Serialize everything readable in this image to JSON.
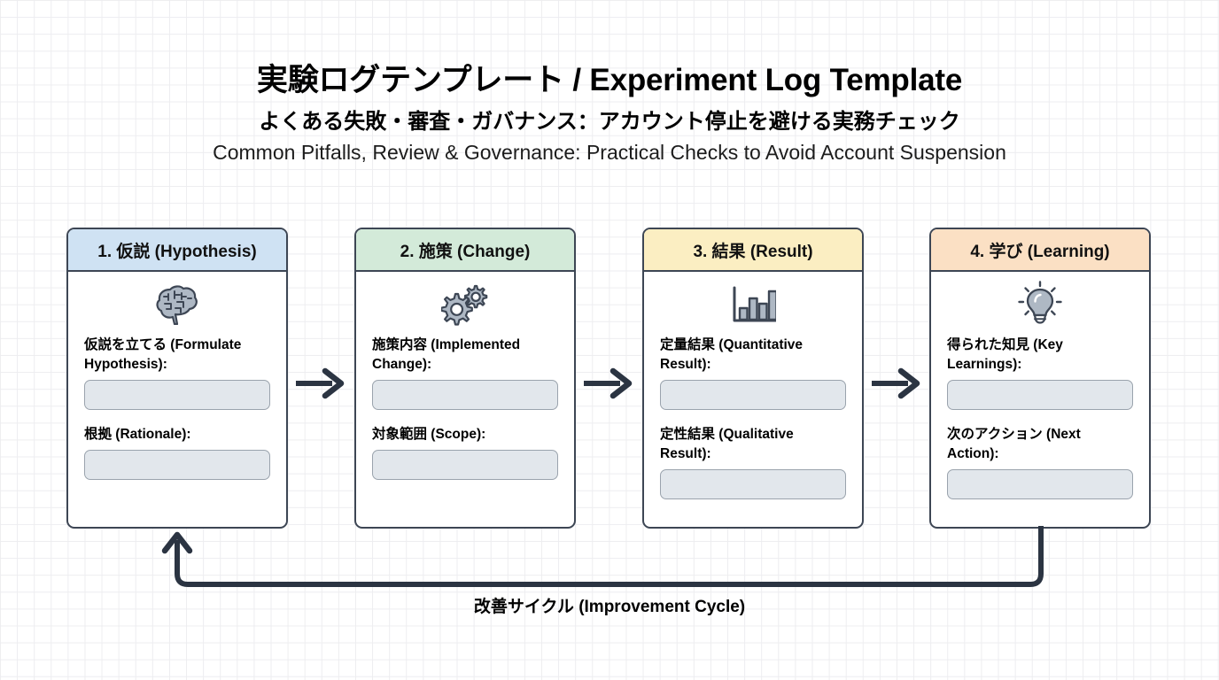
{
  "header": {
    "title_main": "実験ログテンプレート / Experiment Log Template",
    "subtitle_ja": "よくある失敗・審査・ガバナンス：アカウント停止を避ける実務チェック",
    "subtitle_en": "Common Pitfalls, Review & Governance: Practical Checks to Avoid Account Suspension"
  },
  "colors": {
    "card_border": "#3d4654",
    "header_blue": "#cfe2f3",
    "header_green": "#d3ead9",
    "header_yellow": "#fbeec2",
    "header_orange": "#fbe0c4",
    "input_fill": "#e2e7ec",
    "input_border": "#9aa3ad",
    "icon_fill": "#aeb8c4",
    "icon_stroke": "#3d4654",
    "arrow": "#2b3442",
    "grid_line": "#ededf0"
  },
  "cards": [
    {
      "id": "hypothesis",
      "header": "1. 仮説 (Hypothesis)",
      "header_color": "#cfe2f3",
      "icon": "brain-icon",
      "fields": [
        {
          "label": "仮説を立てる (Formulate Hypothesis):",
          "value": ""
        },
        {
          "label": "根拠 (Rationale):",
          "value": ""
        }
      ]
    },
    {
      "id": "change",
      "header": "2. 施策 (Change)",
      "header_color": "#d3ead9",
      "icon": "gears-icon",
      "fields": [
        {
          "label": "施策内容 (Implemented Change):",
          "value": ""
        },
        {
          "label": "対象範囲 (Scope):",
          "value": ""
        }
      ]
    },
    {
      "id": "result",
      "header": "3. 結果 (Result)",
      "header_color": "#fbeec2",
      "icon": "bar-chart-icon",
      "fields": [
        {
          "label": "定量結果 (Quantitative Result):",
          "value": ""
        },
        {
          "label": "定性結果 (Qualitative Result):",
          "value": ""
        }
      ]
    },
    {
      "id": "learning",
      "header": "4. 学び (Learning)",
      "header_color": "#fbe0c4",
      "icon": "lightbulb-icon",
      "fields": [
        {
          "label": "得られた知見 (Key Learnings):",
          "value": ""
        },
        {
          "label": "次のアクション (Next Action):",
          "value": ""
        }
      ]
    }
  ],
  "connectors": [
    {
      "id": "arrow-1-2",
      "icon": "arrow-right-icon"
    },
    {
      "id": "arrow-2-3",
      "icon": "arrow-right-icon"
    },
    {
      "id": "arrow-3-4",
      "icon": "arrow-right-icon"
    }
  ],
  "feedback_loop": {
    "label": "改善サイクル (Improvement Cycle)",
    "icon": "loop-arrow-icon"
  }
}
